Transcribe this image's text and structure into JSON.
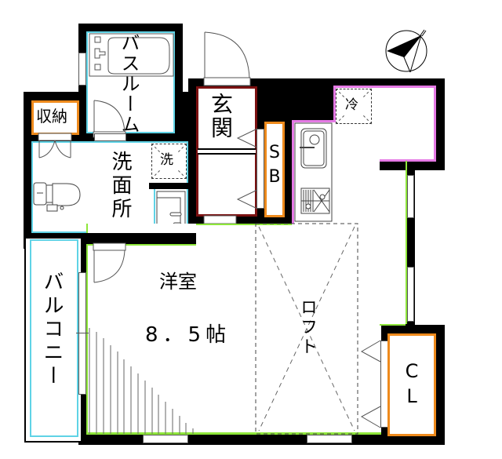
{
  "floorplan": {
    "rooms": {
      "bathroom": {
        "label": "バスルーム",
        "color": "#5fd3e6"
      },
      "storage": {
        "label": "収納",
        "color": "#ee8a1c"
      },
      "washroom": {
        "label": "洗面所",
        "color": "#5fd3e6"
      },
      "washer": {
        "label": "洗"
      },
      "entrance": {
        "label": "玄関",
        "color": "#7a1010"
      },
      "shoebox": {
        "label": "SB",
        "line1": "S",
        "line2": "B",
        "color": "#ee8a1c"
      },
      "kitchen": {
        "color": "#e57ae5"
      },
      "fridge": {
        "label": "冷"
      },
      "western_room": {
        "label": "洋室",
        "size": "8．5帖",
        "color": "#8ee63a"
      },
      "loft": {
        "label": "ロフト"
      },
      "balcony": {
        "label": "バルコニー",
        "color": "#5fd3e6"
      },
      "closet": {
        "label": "CL",
        "line1": "C",
        "line2": "L",
        "color": "#ee8a1c"
      }
    },
    "compass": {
      "icon": "north-arrow-icon"
    },
    "colors": {
      "wall": "#000000",
      "background": "#ffffff"
    }
  }
}
